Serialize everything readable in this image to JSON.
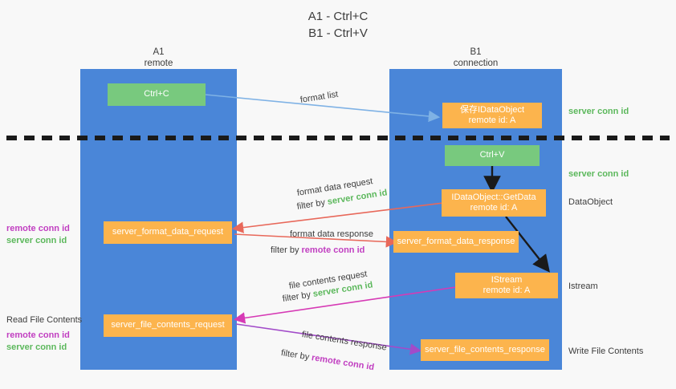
{
  "title": {
    "line1": "A1 - Ctrl+C",
    "line2": "B1 - Ctrl+V"
  },
  "lanes": [
    {
      "id": "a1",
      "name": "A1",
      "sub": "remote"
    },
    {
      "id": "b1",
      "name": "B1",
      "sub": "connection"
    }
  ],
  "colors": {
    "lane": "#4a86d8",
    "orange": "#fcb44d",
    "green_box": "#78c97e",
    "server_conn_id": "#5cb85c",
    "remote_conn_id": "#c13fc1",
    "arrow_blue": "#7fb2e5",
    "arrow_red": "#e8685a",
    "arrow_magenta": "#d63ab5",
    "arrow_purple": "#a24bc9",
    "arrow_black": "#1a1a1a",
    "divider": "#1a1a1a"
  },
  "nodes": {
    "ctrl_c": {
      "label": "Ctrl+C"
    },
    "ctrl_v": {
      "label": "Ctrl+V"
    },
    "save_dataobject": {
      "line1": "保存IDataObject",
      "line2": "remote id: A"
    },
    "getdata": {
      "line1": "IDataObject::GetData",
      "line2": "remote id: A"
    },
    "istream": {
      "line1": "IStream",
      "line2": "remote id: A"
    },
    "format_data_request": {
      "label": "server_format_data_request"
    },
    "format_data_response": {
      "label": "server_format_data_response"
    },
    "file_contents_request": {
      "label": "server_file_contents_request"
    },
    "file_contents_response": {
      "label": "server_file_contents_response"
    }
  },
  "edge_labels": {
    "format_list": "format list",
    "format_data_request": "format data request",
    "format_data_request_filter_prefix": "filter by ",
    "format_data_request_filter_value": "server conn id",
    "format_data_response": "format data response",
    "format_data_response_filter_prefix": "filter by ",
    "format_data_response_filter_value": "remote conn id",
    "file_contents_request": "file contents request",
    "file_contents_request_filter_prefix": "filter by ",
    "file_contents_request_filter_value": "server conn id",
    "file_contents_response": "file contents response",
    "file_contents_response_filter_prefix": "filter by ",
    "file_contents_response_filter_value": "remote conn id"
  },
  "right_annotations": [
    {
      "id": "server-conn-id-1",
      "text": "server conn id",
      "kind": "green"
    },
    {
      "id": "server-conn-id-2",
      "text": "server conn id",
      "kind": "green"
    },
    {
      "id": "dataobject",
      "text": "DataObject",
      "kind": "plain"
    },
    {
      "id": "istream",
      "text": "Istream",
      "kind": "plain"
    },
    {
      "id": "write-file-contents",
      "text": "Write File Contents",
      "kind": "plain"
    }
  ],
  "left_annotations": {
    "middle": {
      "remote": "remote conn id",
      "server": "server conn id"
    },
    "bottom_title": "Read File Contents",
    "bottom": {
      "remote": "remote conn id",
      "server": "server conn id"
    }
  }
}
